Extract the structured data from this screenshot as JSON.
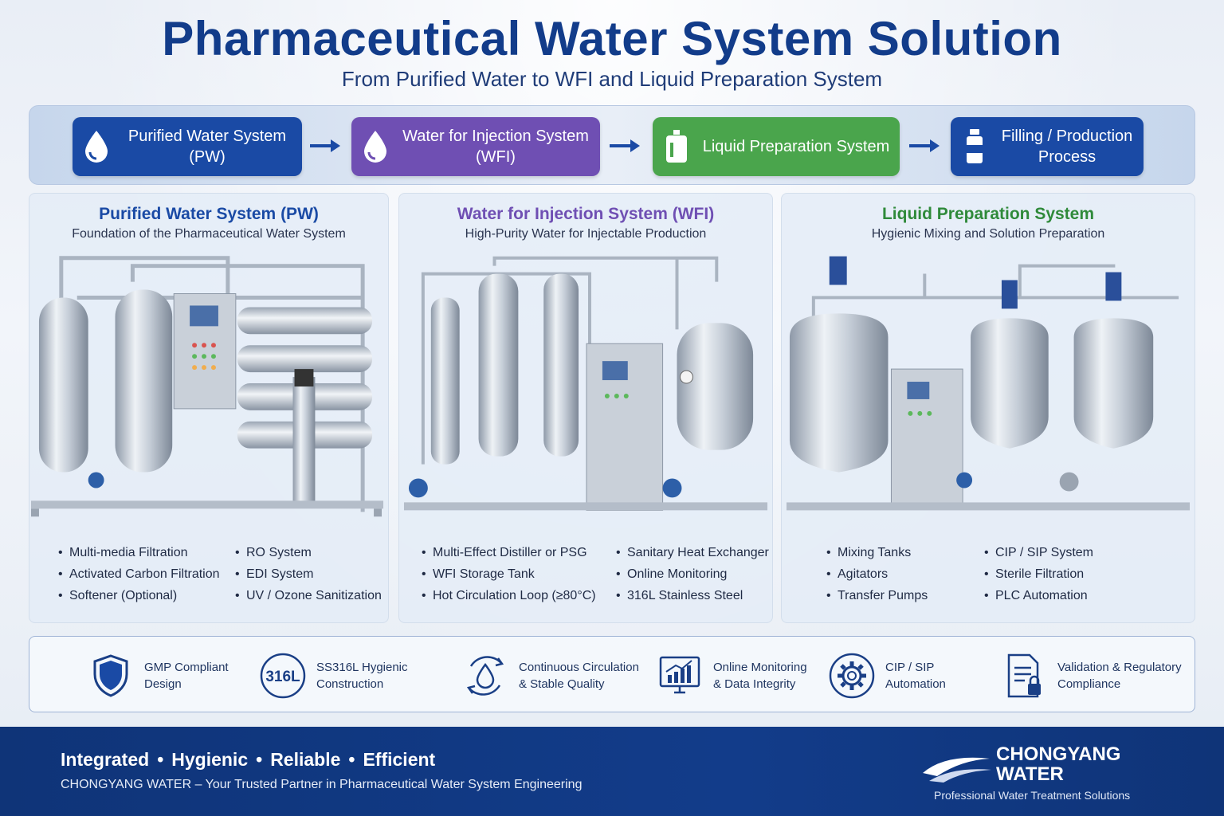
{
  "header": {
    "title": "Pharmaceutical Water System Solution",
    "subtitle": "From Purified Water to WFI and Liquid Preparation System"
  },
  "flow": {
    "steps": [
      {
        "label": "Purified Water System\n(PW)",
        "icon": "water-drop-icon",
        "color": "#1a4aa5"
      },
      {
        "label": "Water for Injection System\n(WFI)",
        "icon": "water-drop-icon",
        "color": "#6f4fb3"
      },
      {
        "label": "Liquid Preparation System",
        "icon": "tank-icon",
        "color": "#4aa54c"
      },
      {
        "label": "Filling / Production\nProcess",
        "icon": "bottle-icon",
        "color": "#1a4aa5"
      }
    ]
  },
  "panels": [
    {
      "title": "Purified Water System (PW)",
      "subtitle": "Foundation of the Pharmaceutical Water System",
      "title_color": "#1a4aa5",
      "bullets_left": [
        "Multi-media Filtration",
        "Activated Carbon Filtration",
        "Softener (Optional)"
      ],
      "bullets_right": [
        "RO System",
        "EDI System",
        "UV / Ozone Sanitization"
      ]
    },
    {
      "title": "Water for Injection System (WFI)",
      "subtitle": "High-Purity Water for Injectable Production",
      "title_color": "#6f4fb3",
      "bullets_left": [
        "Multi-Effect Distiller or PSG",
        "WFI Storage Tank",
        "Hot Circulation Loop (≥80°C)"
      ],
      "bullets_right": [
        "Sanitary Heat Exchanger",
        "Online Monitoring",
        "316L Stainless Steel"
      ]
    },
    {
      "title": "Liquid Preparation System",
      "subtitle": "Hygienic Mixing and Solution Preparation",
      "title_color": "#2f8a3a",
      "bullets_left": [
        "Mixing Tanks",
        "Agitators",
        "Transfer Pumps"
      ],
      "bullets_right": [
        "CIP / SIP System",
        "Sterile Filtration",
        "PLC Automation"
      ]
    }
  ],
  "features": [
    {
      "label": "GMP Compliant\nDesign",
      "icon": "shield-icon"
    },
    {
      "label": "SS316L Hygienic\nConstruction",
      "icon": "material-badge-icon",
      "badge": "316L"
    },
    {
      "label": "Continuous Circulation\n& Stable Quality",
      "icon": "circulation-drop-icon"
    },
    {
      "label": "Online Monitoring\n& Data Integrity",
      "icon": "monitor-chart-icon"
    },
    {
      "label": "CIP / SIP\nAutomation",
      "icon": "gear-icon"
    },
    {
      "label": "Validation & Regulatory\nCompliance",
      "icon": "document-lock-icon"
    }
  ],
  "footer": {
    "tagline": [
      "Integrated",
      "Hygienic",
      "Reliable",
      "Efficient"
    ],
    "partner": "CHONGYANG WATER – Your Trusted Partner in Pharmaceutical Water System Engineering",
    "brand_name": "CHONGYANG\nWATER",
    "brand_sub": "Professional Water Treatment Solutions"
  }
}
